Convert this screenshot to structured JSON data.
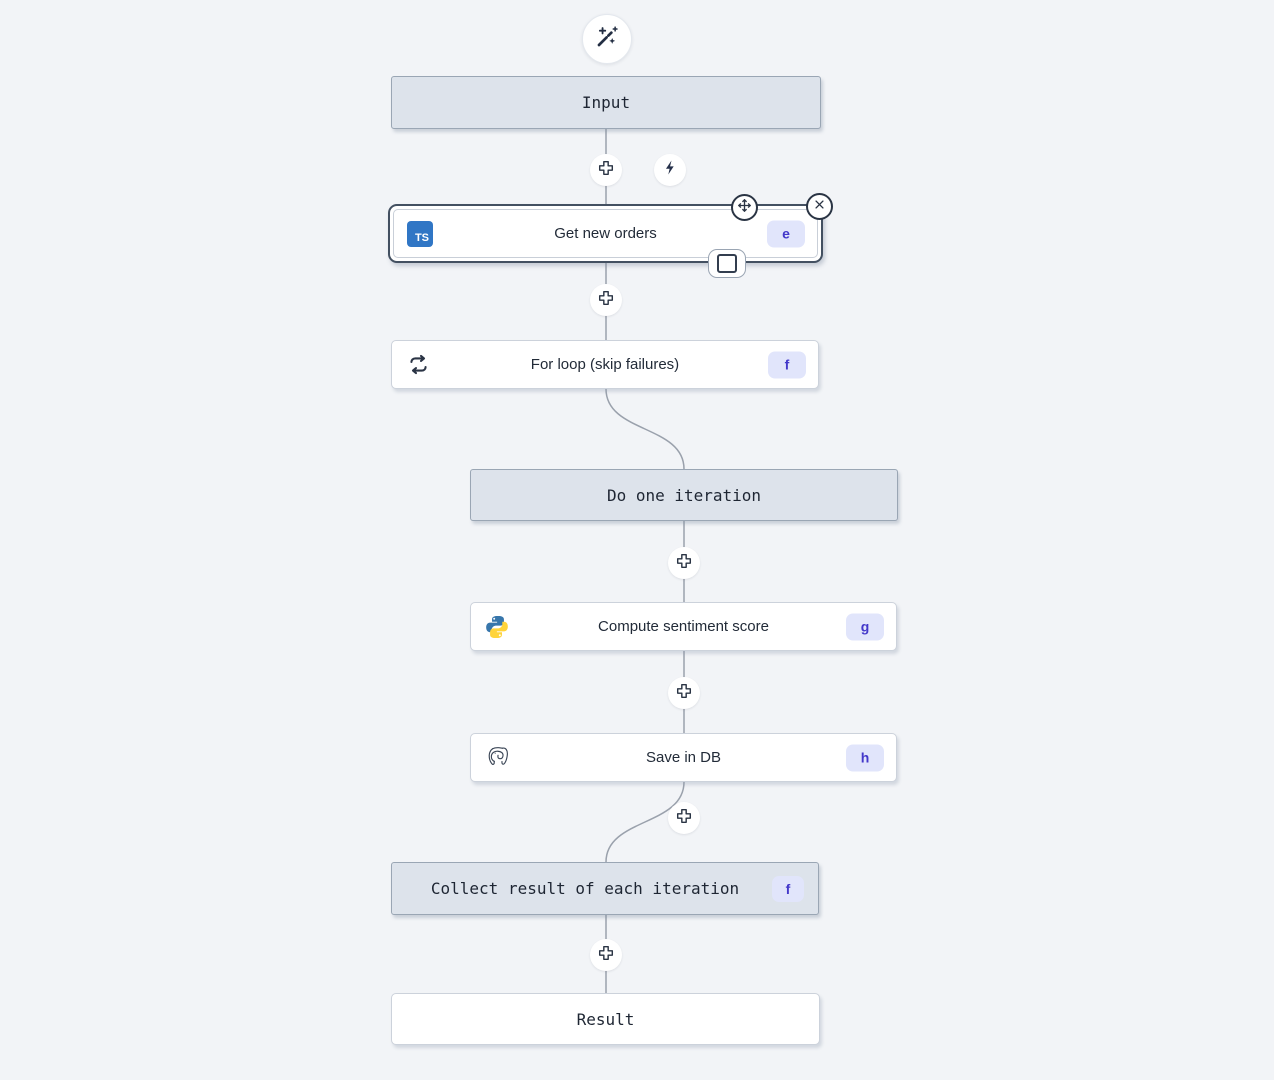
{
  "app": {
    "description": "Workflow (flow) editor canvas with a vertical chain of steps and a for-loop branch"
  },
  "colors": {
    "canvas_bg": "#f2f4f7",
    "virtual_node_bg": "#dde3eb",
    "virtual_node_border": "#9aa6b4",
    "step_node_border": "#ccd2db",
    "selected_node_border": "#435061",
    "badge_bg": "#e1e5fb",
    "badge_text": "#4338ca",
    "connector": "#9aa1ac",
    "typescript_blue": "#3076c5",
    "python_blue": "#3776ab",
    "python_yellow": "#ffd43b",
    "icon_dark": "#2a3444"
  },
  "icons": {
    "top": "magic-wand",
    "trigger": "lightning-bolt",
    "add_step": "plus",
    "move_handle": "move-arrows",
    "remove": "close-x",
    "stop_toggle": "square-outline",
    "loop": "repeat-arrows",
    "get_new_orders": "typescript-logo",
    "compute_sentiment": "python-logo",
    "save_in_db": "postgresql-elephant"
  },
  "nodes": {
    "input": {
      "label": "Input"
    },
    "get_new_orders": {
      "label": "Get new orders",
      "badge": "e",
      "icon_text": "TS"
    },
    "for_loop": {
      "label": "For loop (skip failures)",
      "badge": "f"
    },
    "do_one_iteration": {
      "label": "Do one iteration"
    },
    "compute_sentiment": {
      "label": "Compute sentiment score",
      "badge": "g"
    },
    "save_in_db": {
      "label": "Save in DB",
      "badge": "h"
    },
    "collect_result": {
      "label": "Collect result of each iteration",
      "badge": "f"
    },
    "result": {
      "label": "Result"
    }
  }
}
